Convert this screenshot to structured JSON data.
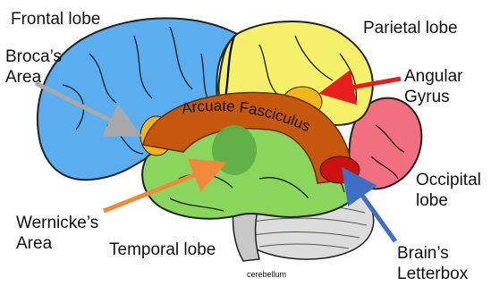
{
  "labels": {
    "frontal_lobe": "Frontal lobe",
    "parietal_lobe": "Parietal lobe",
    "broca_line1": "Broca’s",
    "broca_line2": "Area",
    "angular_line1": "Angular",
    "angular_line2": "Gyrus",
    "arcuate_fasciculus": "Arcuate Fasciculus",
    "occipital_line1": "Occipital",
    "occipital_line2": "lobe",
    "wernicke_line1": "Wernicke’s",
    "wernicke_line2": "Area",
    "temporal_lobe": "Temporal lobe",
    "cerebellum": "cerebellum",
    "letterbox_line1": "Brain’s",
    "letterbox_line2": "Letterbox"
  },
  "colors": {
    "frontal": "#5aaef0",
    "parietal": "#f5f06a",
    "temporal": "#8ad65c",
    "occipital": "#f26f7f",
    "arcuate": "#c6580e",
    "broca_spot": "#f2b51a",
    "angular_spot": "#f2b51a",
    "wernicke_spot": "#5fae47",
    "letterbox_spot": "#cc1111",
    "cerebellum": "#dcdcdc",
    "arrow_broca": "#a8a8a8",
    "arrow_angular": "#e61e1e",
    "arrow_wernicke": "#f08a3a",
    "arrow_letterbox": "#3f6ec5"
  }
}
